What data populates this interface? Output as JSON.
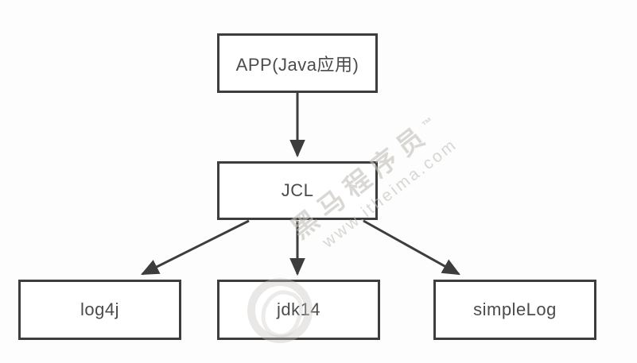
{
  "diagram": {
    "type": "flowchart",
    "nodes": {
      "app": {
        "label": "APP(Java应用)"
      },
      "jcl": {
        "label": "JCL"
      },
      "log4j": {
        "label": "log4j"
      },
      "jdk14": {
        "label": "jdk14"
      },
      "simplelog": {
        "label": "simpleLog"
      }
    },
    "edges": [
      {
        "from": "app",
        "to": "jcl"
      },
      {
        "from": "jcl",
        "to": "log4j"
      },
      {
        "from": "jcl",
        "to": "jdk14"
      },
      {
        "from": "jcl",
        "to": "simpleLog"
      }
    ],
    "colors": {
      "line": "#3d3d3d",
      "box_border": "#3d3d3d",
      "box_background": "#ffffff",
      "text": "#4b4b4b",
      "page_background": "#fdfdfd",
      "watermark": "#c4c0ba"
    }
  },
  "watermark": {
    "brand": "黑马程序员",
    "trademark": "™",
    "url": "www.itheima.com"
  }
}
